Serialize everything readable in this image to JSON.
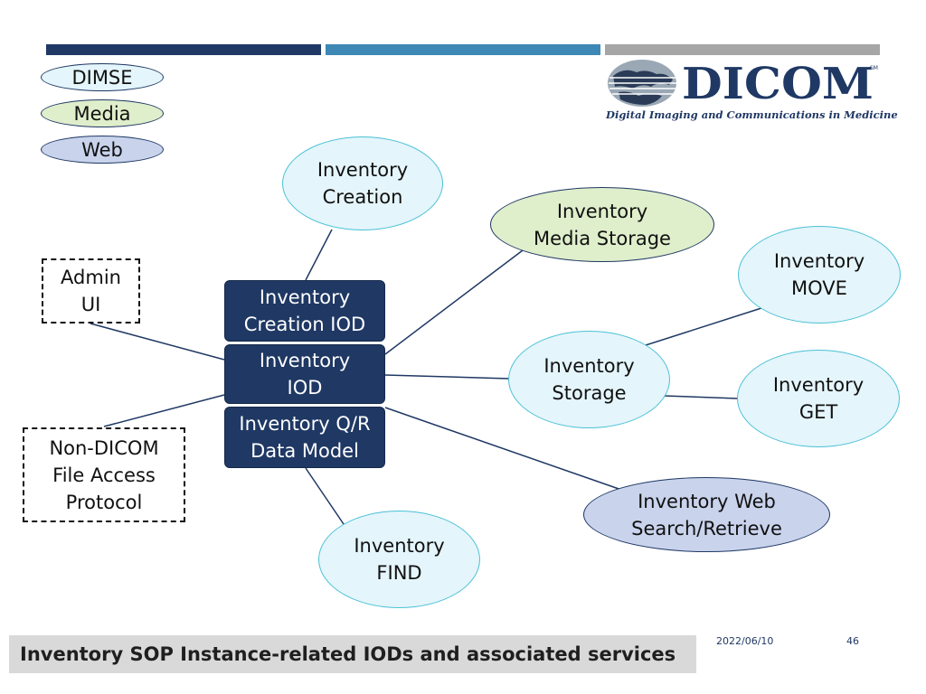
{
  "legend": {
    "dimse": "DIMSE",
    "media": "Media",
    "web": "Web"
  },
  "logo": {
    "wordmark": "DICOM",
    "tagline": "Digital Imaging and Communications in Medicine",
    "mark": "SM"
  },
  "nodes": {
    "creation": "Inventory\nCreation",
    "media_storage": "Inventory\nMedia Storage",
    "move": "Inventory\nMOVE",
    "storage": "Inventory\nStorage",
    "get": "Inventory\nGET",
    "web": "Inventory Web\nSearch/Retrieve",
    "find": "Inventory\nFIND"
  },
  "iods": {
    "creation_iod": "Inventory\nCreation IOD",
    "inventory_iod": "Inventory\nIOD",
    "qr_model": "Inventory Q/R\nData Model"
  },
  "external": {
    "admin_ui": "Admin\nUI",
    "non_dicom": "Non-DICOM\nFile Access\nProtocol"
  },
  "footer": {
    "title": "Inventory SOP Instance-related IODs and associated services",
    "date": "2022/06/10",
    "page": "46"
  },
  "colors": {
    "navy": "#1f3864",
    "dimse_fill": "#e4f5fb",
    "media_fill": "#dfeecb",
    "web_fill": "#c9d3ec"
  }
}
